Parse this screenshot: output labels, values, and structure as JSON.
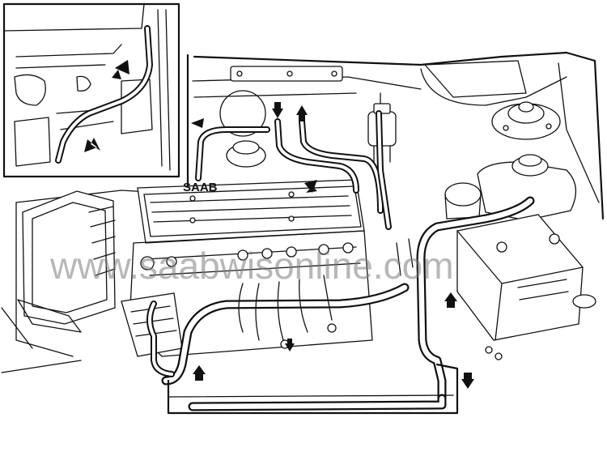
{
  "diagram": {
    "watermark_text": "www.saabwisonline.com",
    "engine_cover_brand": "SAAB",
    "colors": {
      "line": "#111111",
      "background": "#ffffff",
      "watermark": "#7d7d7d"
    },
    "flow_arrow_count": 10
  }
}
